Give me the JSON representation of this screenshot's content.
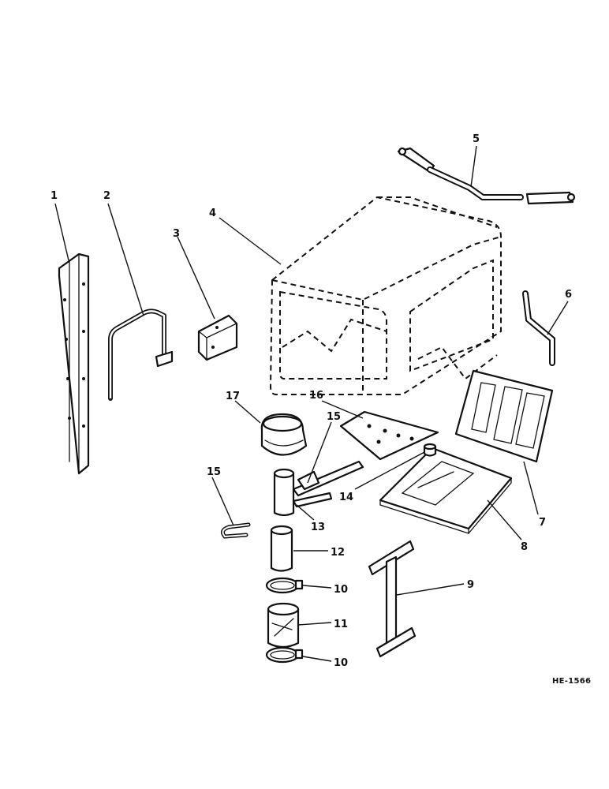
{
  "drawing": {
    "plate_number": "HE-1566",
    "callouts": {
      "c1": "1",
      "c2": "2",
      "c3": "3",
      "c4": "4",
      "c5": "5",
      "c6": "6",
      "c7": "7",
      "c8": "8",
      "c9": "9",
      "c10a": "10",
      "c10b": "10",
      "c11": "11",
      "c12": "12",
      "c13": "13",
      "c14": "14",
      "c15a": "15",
      "c15b": "15",
      "c16": "16",
      "c17": "17"
    }
  }
}
